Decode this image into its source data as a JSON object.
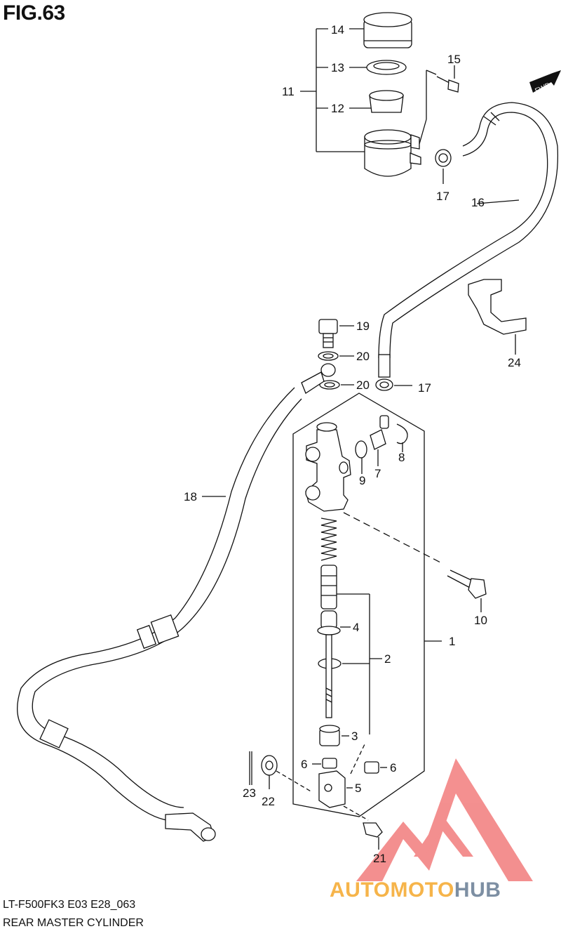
{
  "figure": {
    "title": "FIG.63",
    "fwd_label": "FWD",
    "model_code": "LT-F500FK3 E03 E28_063",
    "assembly_name": "REAR MASTER CYLINDER"
  },
  "part_labels": [
    "1",
    "2",
    "3",
    "4",
    "5",
    "6",
    "6",
    "7",
    "8",
    "9",
    "10",
    "11",
    "12",
    "13",
    "14",
    "15",
    "16",
    "17",
    "17",
    "18",
    "19",
    "20",
    "20",
    "21",
    "22",
    "23",
    "24"
  ],
  "watermark": {
    "text_part1": "AUTOMOTO",
    "text_part2": "HUB",
    "logo_color": "#f27c7c",
    "text_color_1": "#f6b44a",
    "text_color_2": "#7d8fa3"
  },
  "colors": {
    "line": "#111111",
    "background": "#ffffff"
  }
}
